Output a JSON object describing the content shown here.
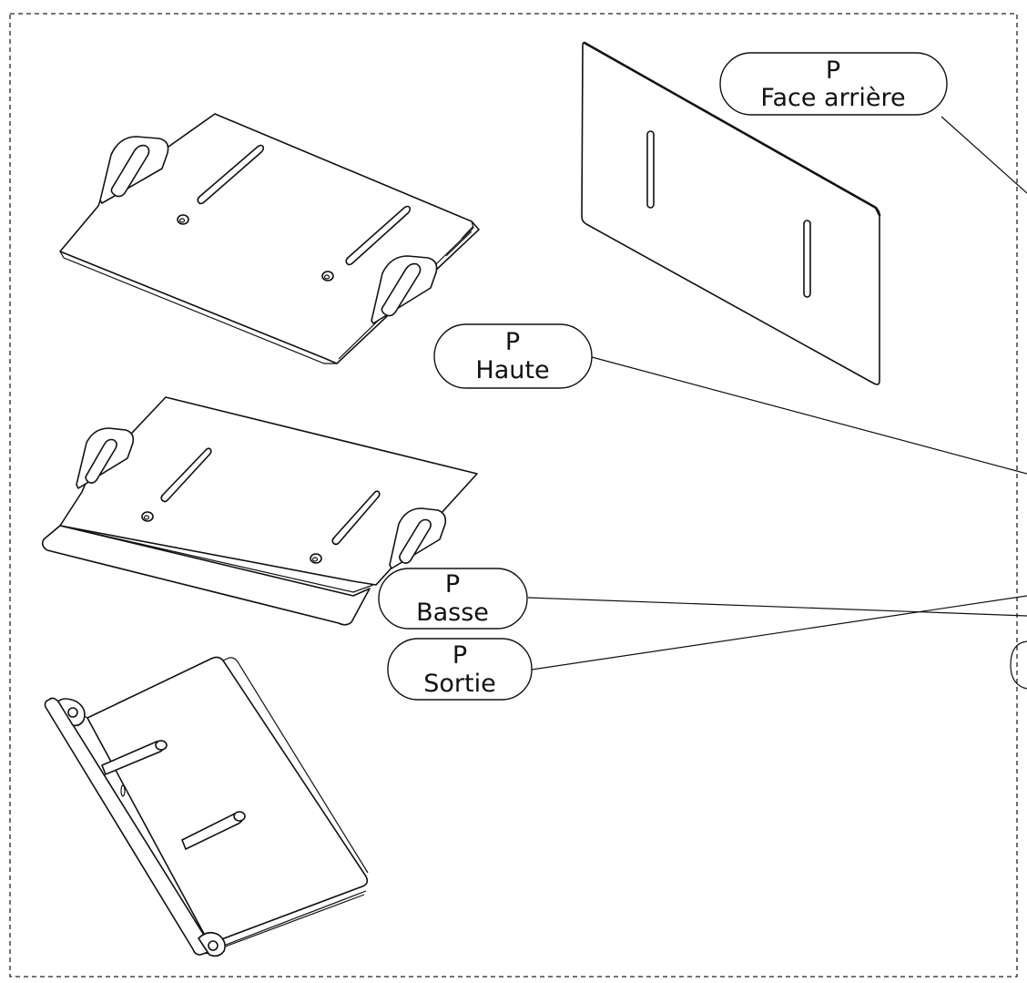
{
  "callouts": [
    {
      "id": "face-arriere",
      "letter": "P",
      "label": "Face arrière"
    },
    {
      "id": "haute",
      "letter": "P",
      "label": "Haute"
    },
    {
      "id": "basse",
      "letter": "P",
      "label": "Basse"
    },
    {
      "id": "sortie",
      "letter": "P",
      "label": "Sortie"
    }
  ]
}
